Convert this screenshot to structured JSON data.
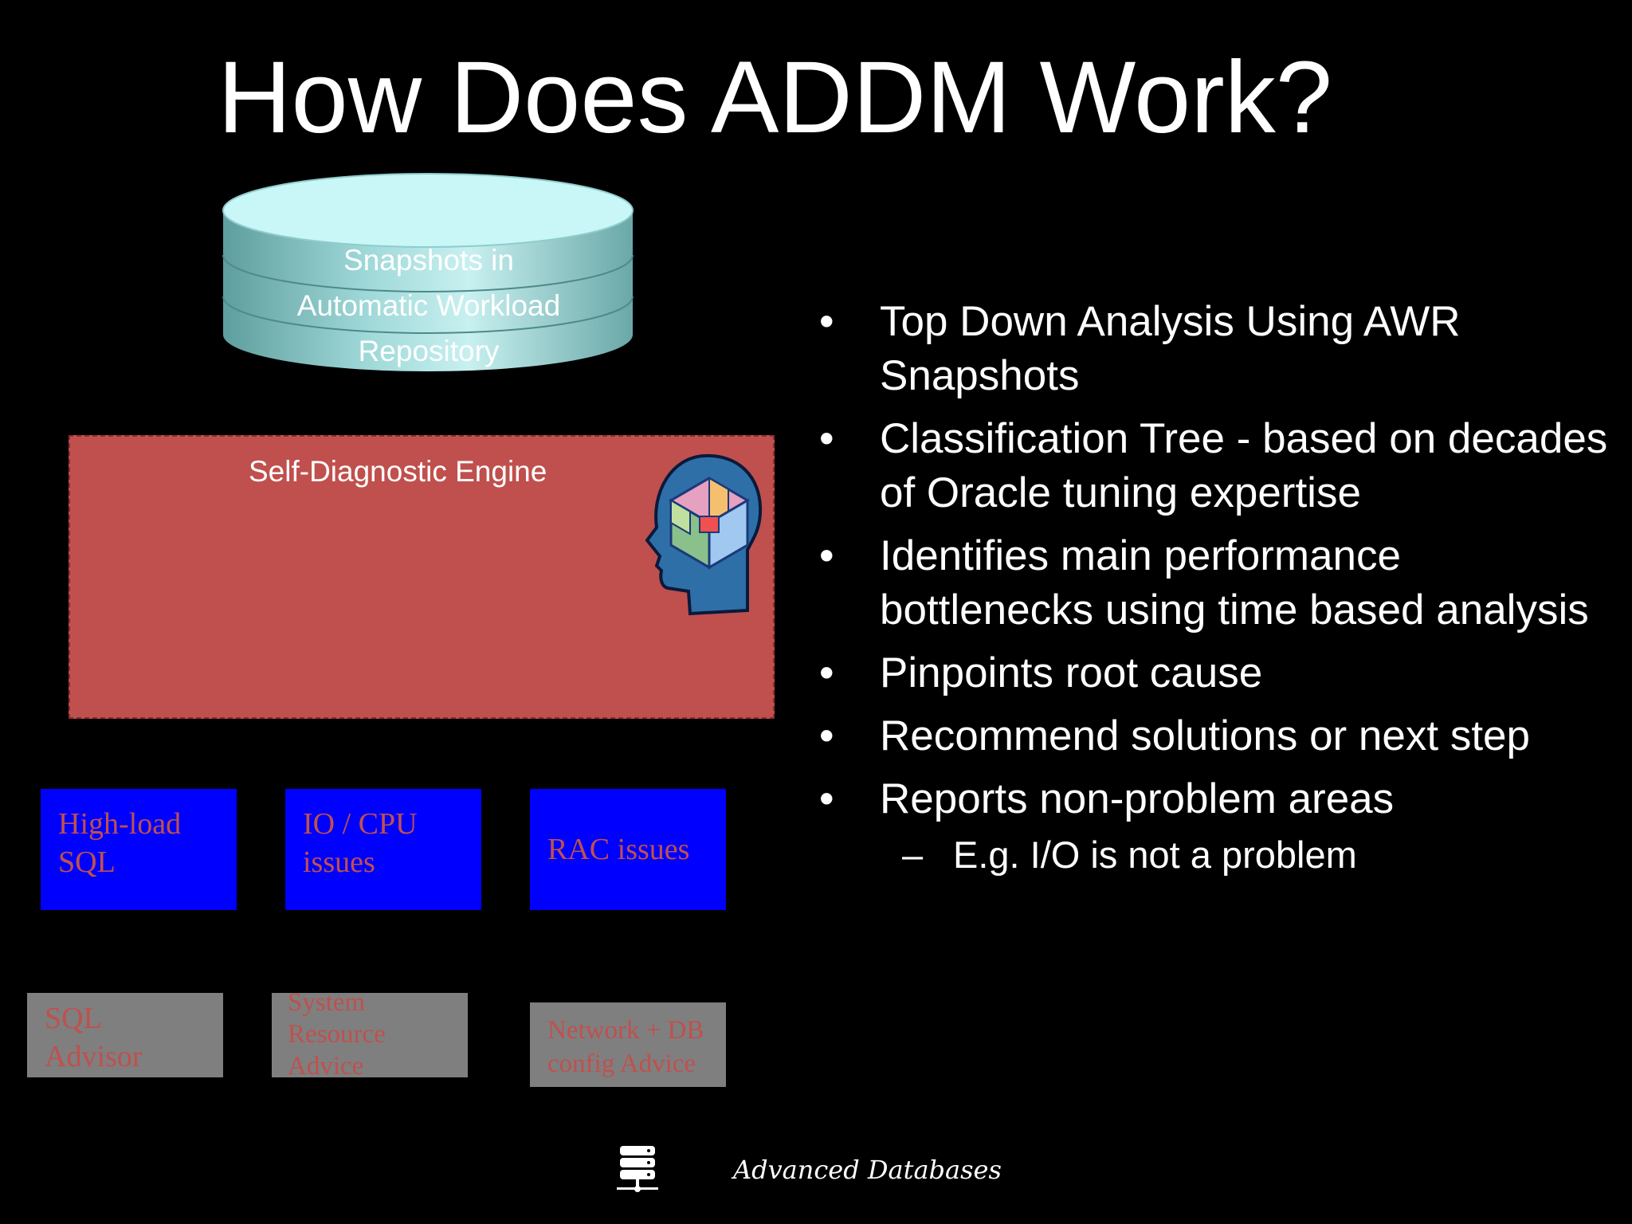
{
  "slide": {
    "title": "How Does ADDM Work?"
  },
  "diagram": {
    "repository_label_lines": [
      "Snapshots in",
      "Automatic Workload",
      "Repository"
    ],
    "engine_label": "Self-Diagnostic Engine",
    "issue_boxes": [
      {
        "lines": [
          "High-load",
          "SQL"
        ]
      },
      {
        "lines": [
          "IO / CPU",
          "issues"
        ]
      },
      {
        "lines": [
          "RAC issues"
        ]
      }
    ],
    "advisor_boxes": [
      {
        "lines": [
          "SQL",
          "Advisor"
        ]
      },
      {
        "lines": [
          "System",
          "Resource",
          "Advice"
        ]
      },
      {
        "lines": [
          "Network + DB",
          "config Advice"
        ]
      }
    ],
    "colors": {
      "engine": "#c0504d",
      "issue_box": "#0000ff",
      "advisor_box": "#7f7f7f",
      "box_text": "#c0504d",
      "cylinder": "#9fd8d8"
    }
  },
  "bullets": [
    {
      "marker": "•",
      "text": "Top Down Analysis Using AWR Snapshots"
    },
    {
      "marker": "•",
      "text": "Classification Tree - based on decades of Oracle tuning expertise"
    },
    {
      "marker": "•",
      "text": "Identifies main performance bottlenecks using time based analysis"
    },
    {
      "marker": "•",
      "text": "Pinpoints root cause"
    },
    {
      "marker": "•",
      "text": "Recommend solutions or next step"
    },
    {
      "marker": "•",
      "text": "Reports non-problem areas"
    }
  ],
  "sub_bullet": {
    "marker": "–",
    "text": "E.g. I/O is not a problem"
  },
  "footer": {
    "icon": "database-server-icon",
    "text": "Advanced Databases"
  }
}
